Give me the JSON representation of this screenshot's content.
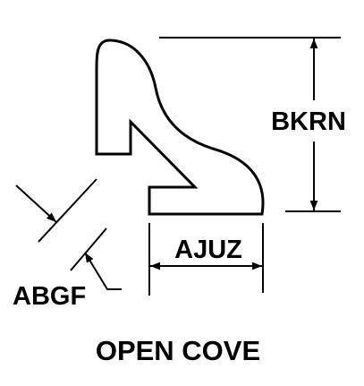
{
  "diagram": {
    "profile_name": "OPEN COVE",
    "dimensions": {
      "height_code": "BKRN",
      "width_code": "AJUZ",
      "thickness_code": "ABGF"
    },
    "colors": {
      "line": "#000000",
      "background": "#ffffff"
    }
  }
}
